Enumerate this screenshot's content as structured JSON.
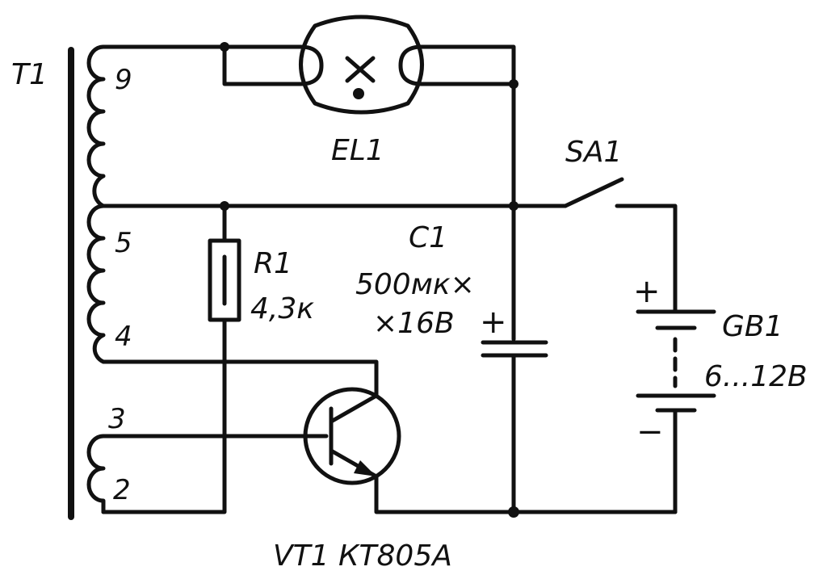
{
  "labels": {
    "transformer": "T1",
    "pin_9": "9",
    "pin_5": "5",
    "pin_4": "4",
    "pin_3": "3",
    "pin_2": "2",
    "lamp": "EL1",
    "switch": "SA1",
    "resistor_ref": "R1",
    "resistor_value": "4,3к",
    "capacitor_ref": "C1",
    "capacitor_value_1": "500мк×",
    "capacitor_value_2": "×16В",
    "capacitor_plus": "+",
    "battery_ref": "GB1",
    "battery_value": "6...12В",
    "battery_plus": "+",
    "battery_minus": "−",
    "transistor": "VT1 КТ805А"
  }
}
